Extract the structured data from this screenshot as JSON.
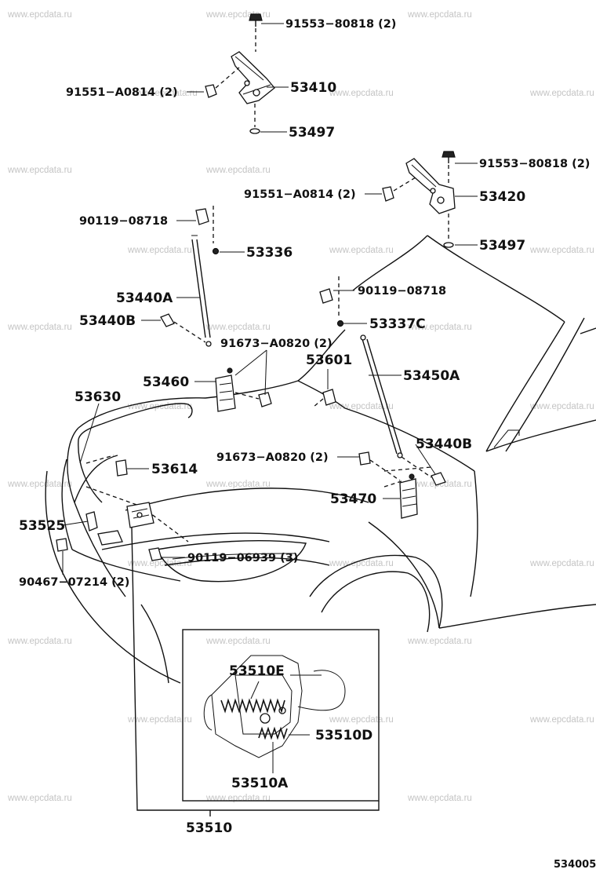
{
  "watermark": "www.epcdata.ru",
  "diagram_id": "534005",
  "labels": {
    "b91553_top": "91553−80818 (2)",
    "b91551_top": "91551−A0814 (2)",
    "p53410": "53410",
    "p53497_top": "53497",
    "b91553_r": "91553−80818 (2)",
    "b91551_r": "91551−A0814 (2)",
    "p53420": "53420",
    "p53497_r": "53497",
    "b90119_l": "90119−08718",
    "p53336": "53336",
    "p53440A": "53440A",
    "p53440B_l": "53440B",
    "b91673_a": "91673−A0820 (2)",
    "b90119_r": "90119−08718",
    "p53337C": "53337C",
    "p53601": "53601",
    "p53460": "53460",
    "p53450A": "53450A",
    "p53630": "53630",
    "p53440B_r": "53440B",
    "b91673_b": "91673−A0820 (2)",
    "p53614": "53614",
    "p53470": "53470",
    "p53525": "53525",
    "b90119_b": "90119−06939 (3)",
    "b90467": "90467−07214 (2)",
    "p53510E": "53510E",
    "p53510D": "53510D",
    "p53510A": "53510A",
    "p53510": "53510"
  }
}
